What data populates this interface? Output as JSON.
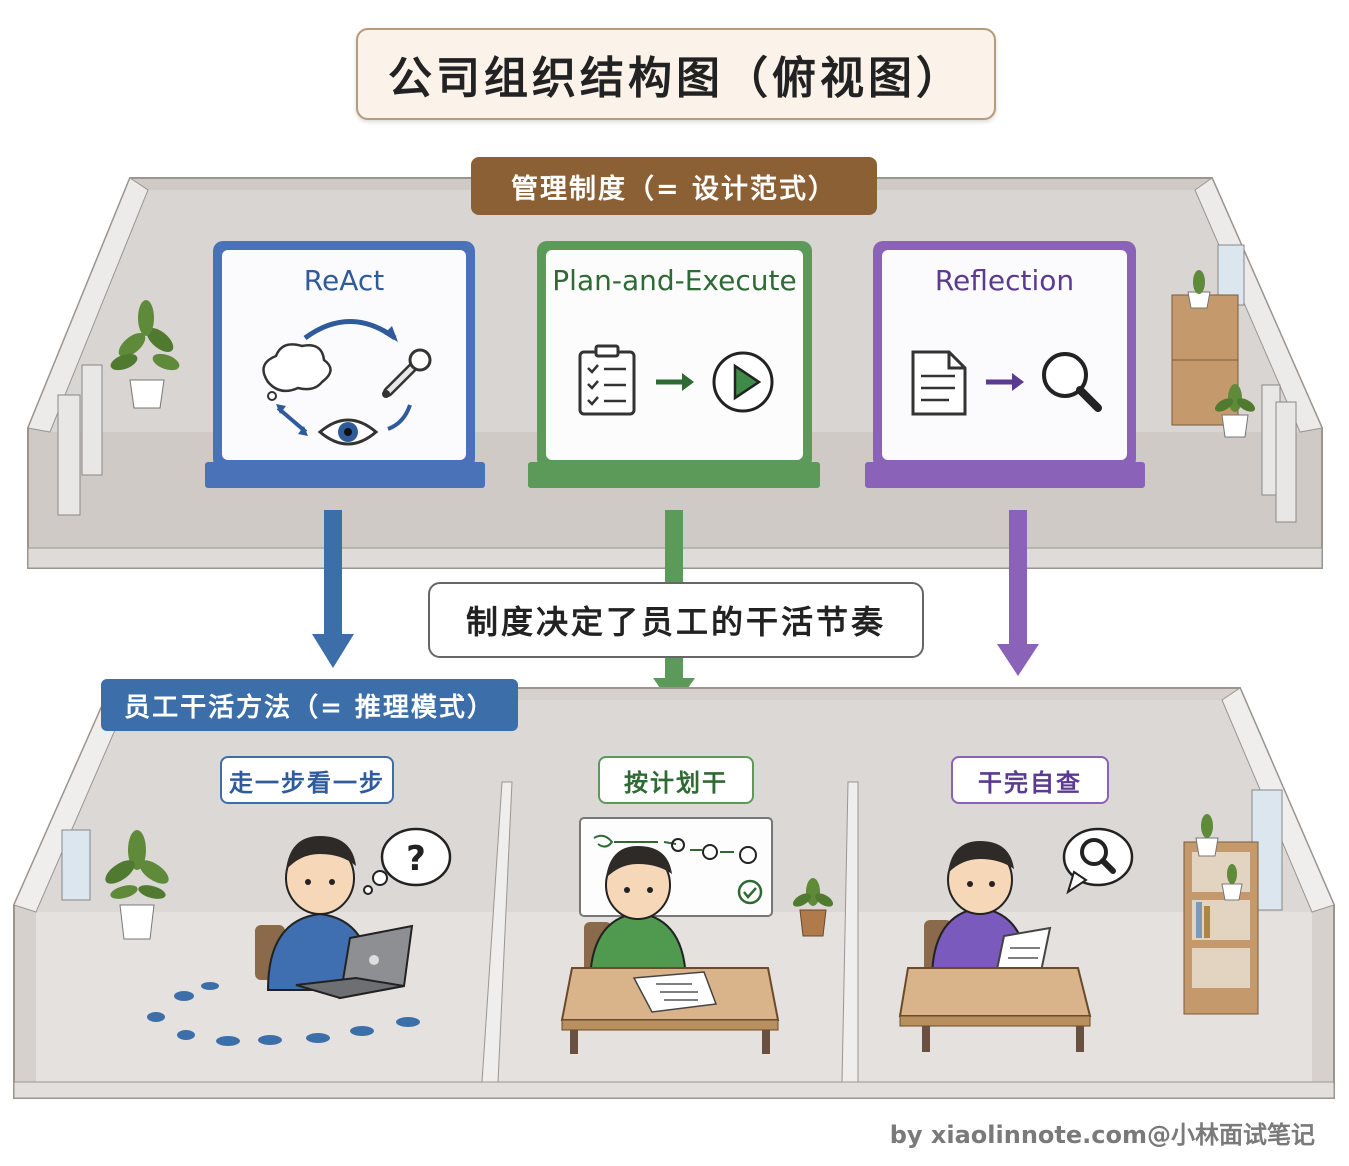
{
  "title": "公司组织结构图（俯视图）",
  "top_floor": {
    "banner": "管理制度（= 设计范式）",
    "cards": [
      {
        "label": "ReAct",
        "color": "#2f5b9b"
      },
      {
        "label": "Plan-and-Execute",
        "color": "#2f6a34"
      },
      {
        "label": "Reflection",
        "color": "#5b3b8f"
      }
    ]
  },
  "connector": "制度决定了员工的干活节奏",
  "bottom_floor": {
    "banner": "员工干活方法（= 推理模式）",
    "rooms": [
      {
        "tag": "走一步看一步",
        "color": "#2f5b9b"
      },
      {
        "tag": "按计划干",
        "color": "#2f6a34"
      },
      {
        "tag": "干完自查",
        "color": "#5b3b8f"
      }
    ]
  },
  "watermark": "by xiaolinnote.com@小林面试笔记"
}
